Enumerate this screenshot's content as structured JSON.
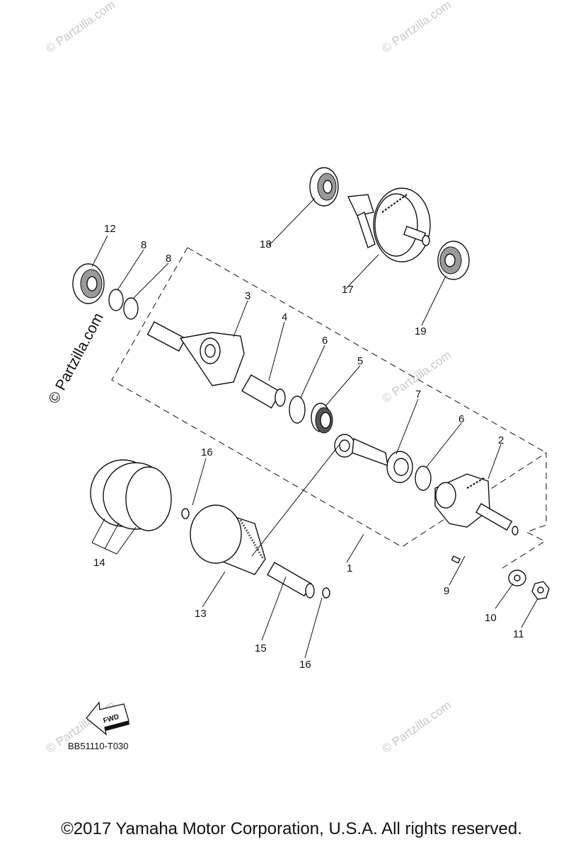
{
  "diagram": {
    "diagram_code": "BB51110-T030",
    "fwd_label": "FWD",
    "copyright": "©2017 Yamaha Motor Corporation, U.S.A. All rights reserved.",
    "watermark": "© Partzilla.com",
    "callouts": [
      {
        "id": "c1",
        "label": "1"
      },
      {
        "id": "c2",
        "label": "2"
      },
      {
        "id": "c3",
        "label": "3"
      },
      {
        "id": "c4",
        "label": "4"
      },
      {
        "id": "c5",
        "label": "5"
      },
      {
        "id": "c6a",
        "label": "6"
      },
      {
        "id": "c6b",
        "label": "6"
      },
      {
        "id": "c7",
        "label": "7"
      },
      {
        "id": "c8a",
        "label": "8"
      },
      {
        "id": "c8b",
        "label": "8"
      },
      {
        "id": "c9",
        "label": "9"
      },
      {
        "id": "c10",
        "label": "10"
      },
      {
        "id": "c11",
        "label": "11"
      },
      {
        "id": "c12",
        "label": "12"
      },
      {
        "id": "c13",
        "label": "13"
      },
      {
        "id": "c14",
        "label": "14"
      },
      {
        "id": "c15",
        "label": "15"
      },
      {
        "id": "c16a",
        "label": "16"
      },
      {
        "id": "c16b",
        "label": "16"
      },
      {
        "id": "c17",
        "label": "17"
      },
      {
        "id": "c18",
        "label": "18"
      },
      {
        "id": "c19",
        "label": "19"
      }
    ]
  }
}
